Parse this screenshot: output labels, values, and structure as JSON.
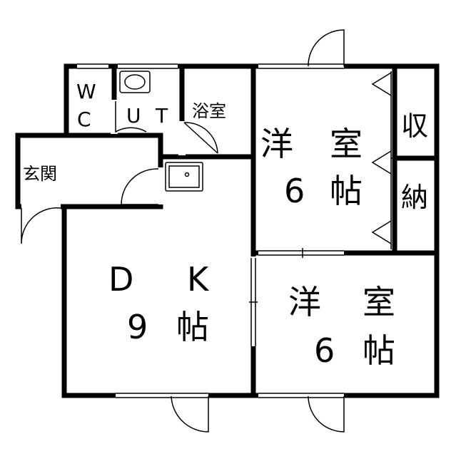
{
  "rooms": {
    "wc": {
      "line1": "W",
      "line2": "C"
    },
    "ut": {
      "line1": "U",
      "line2": "T"
    },
    "bath": {
      "label": "浴室"
    },
    "entrance": {
      "label": "玄関"
    },
    "western_top": {
      "line1a": "洋",
      "line1b": "室",
      "line2a": "6",
      "line2b": "帖"
    },
    "storage": {
      "line1": "収",
      "line2": "納"
    },
    "dk": {
      "line1a": "D",
      "line1b": "K",
      "line2a": "9",
      "line2b": "帖"
    },
    "western_bottom": {
      "line1a": "洋",
      "line1b": "室",
      "line2a": "6",
      "line2b": "帖"
    }
  }
}
